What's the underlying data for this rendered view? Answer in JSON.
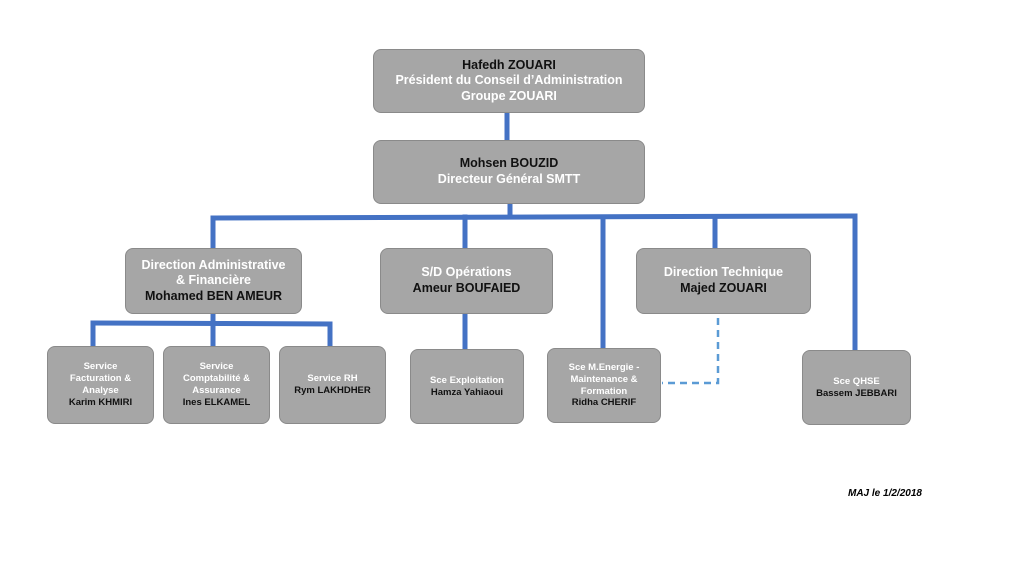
{
  "nodes": {
    "president": {
      "name": "Hafedh ZOUARI",
      "title": "Président du Conseil d’Administration",
      "group": "Groupe ZOUARI"
    },
    "dg": {
      "name": "Mohsen BOUZID",
      "title": "Directeur Général SMTT"
    },
    "daf": {
      "title_line1": "Direction Administrative",
      "title_line2": "& Financière",
      "name": "Mohamed BEN AMEUR"
    },
    "ops": {
      "title": "S/D Opérations",
      "name": "Ameur BOUFAIED"
    },
    "tech": {
      "title": "Direction Technique",
      "name": "Majed ZOUARI"
    },
    "facturation": {
      "title_line1": "Service",
      "title_line2": "Facturation &",
      "title_line3": "Analyse",
      "name": "Karim KHMIRI"
    },
    "compta": {
      "title_line1": "Service",
      "title_line2": "Comptabilité &",
      "title_line3": "Assurance",
      "name": "Ines ELKAMEL"
    },
    "rh": {
      "title": "Service RH",
      "name": "Rym LAKHDHER"
    },
    "exploitation": {
      "title": "Sce Exploitation",
      "name": "Hamza Yahiaoui"
    },
    "energie": {
      "title_line1": "Sce  M.Energie -",
      "title_line2": "Maintenance  &",
      "title_line3": "Formation",
      "name": "Ridha CHERIF"
    },
    "qhse": {
      "title": "Sce QHSE",
      "name": "Bassem JEBBARI"
    }
  },
  "colors": {
    "box": "#a6a6a6",
    "line": "#4472c4",
    "box_title": "#ffffff",
    "box_name": "#111111"
  },
  "footnote": "MAJ le 1/2/2018"
}
